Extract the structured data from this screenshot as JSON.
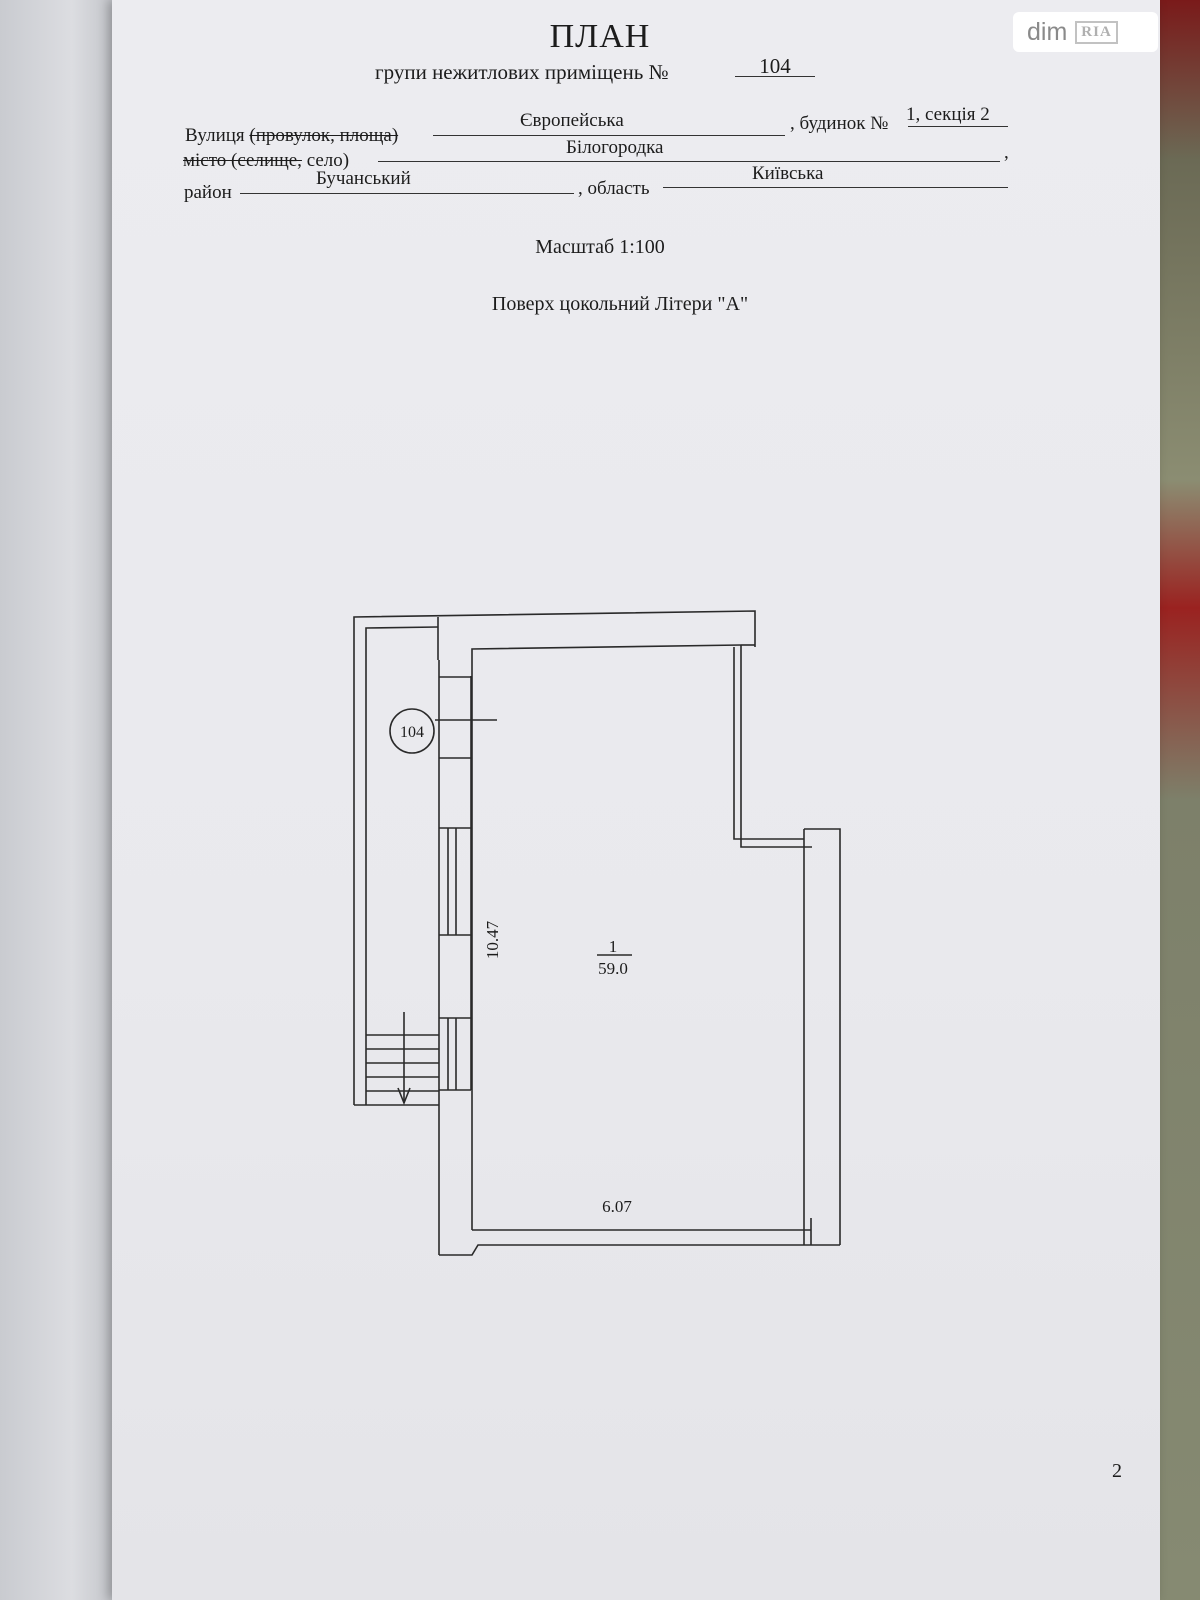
{
  "header": {
    "title": "ПЛАН",
    "subtitle": "групи нежитлових приміщень №",
    "group_number": "104"
  },
  "address": {
    "street_label_prefix": "Вулиця",
    "street_label_struck": "(провулок, площа)",
    "street_value": "Європейська",
    "building_label": ", будинок №",
    "building_value": "1, секція 2",
    "city_label_struck": "місто (селище,",
    "city_label_rest": "село)",
    "city_value": "Білогородка",
    "city_trailing": ",",
    "district_label": "район",
    "district_value": "Бучанський",
    "region_label": ", область",
    "region_value": "Київська"
  },
  "scale": "Масштаб 1:100",
  "floor": "Поверх цокольний Літери \"А\"",
  "plan": {
    "group_marker": "104",
    "room_number": "1",
    "room_area": "59.0",
    "length_dim": "10.47",
    "width_dim": "6.07"
  },
  "page_number": "2",
  "watermark": {
    "brand": "dim",
    "brand_badge": "RIA"
  }
}
